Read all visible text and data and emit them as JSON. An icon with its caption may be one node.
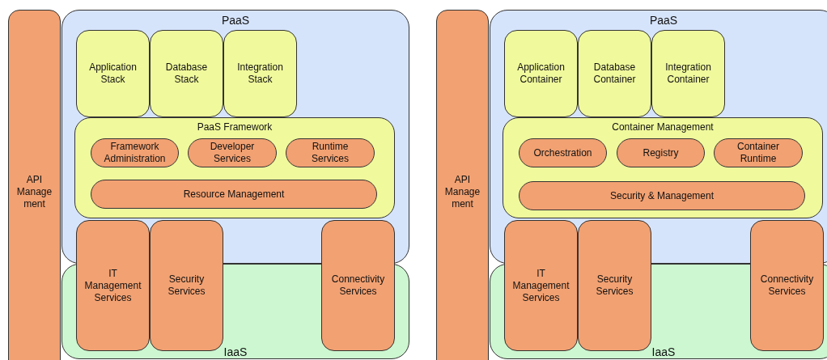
{
  "diagram": {
    "nodes": [
      {
        "text": [
          "API Manage ment"
        ]
      },
      {
        "text": [
          "PaaS"
        ]
      },
      {
        "text": [
          "Application Stack"
        ],
        "in": 1
      },
      {
        "text": [
          "Database Stack"
        ],
        "in": 1
      },
      {
        "text": [
          "Integration Stack"
        ],
        "in": 1
      },
      {
        "text": [
          "PaaS Framework"
        ],
        "in": 1
      },
      {
        "text": [
          "Framework Administration"
        ],
        "in": 5
      },
      {
        "text": [
          "Developer Services"
        ],
        "in": 5
      },
      {
        "text": [
          "Runtime Services"
        ],
        "in": 5
      },
      {
        "text": [
          "Resource Management"
        ],
        "in": 5
      },
      {
        "text": [
          "IT Management Services"
        ]
      },
      {
        "text": [
          "Security Services"
        ]
      },
      {
        "text": [
          "Connectivity Services"
        ]
      },
      {
        "text": [
          "IaaS"
        ]
      },
      {
        "text": [
          "API Manage ment"
        ]
      },
      {
        "text": [
          "PaaS"
        ]
      },
      {
        "text": [
          "Application Container"
        ],
        "in": 15
      },
      {
        "text": [
          "Database Container"
        ],
        "in": 15
      },
      {
        "text": [
          "Integration Container"
        ],
        "in": 15
      },
      {
        "text": [
          "Container Management"
        ],
        "in": 15
      },
      {
        "text": [
          "Orchestration"
        ],
        "in": 19
      },
      {
        "text": [
          "Registry"
        ],
        "in": 19
      },
      {
        "text": [
          "Container Runtime"
        ],
        "in": 19
      },
      {
        "text": [
          "Security & Management"
        ],
        "in": 19
      },
      {
        "text": [
          "IT Management Services"
        ]
      },
      {
        "text": [
          "Security Services"
        ]
      },
      {
        "text": [
          "Connectivity Services"
        ]
      },
      {
        "text": [
          "IaaS"
        ]
      }
    ],
    "edges": []
  }
}
